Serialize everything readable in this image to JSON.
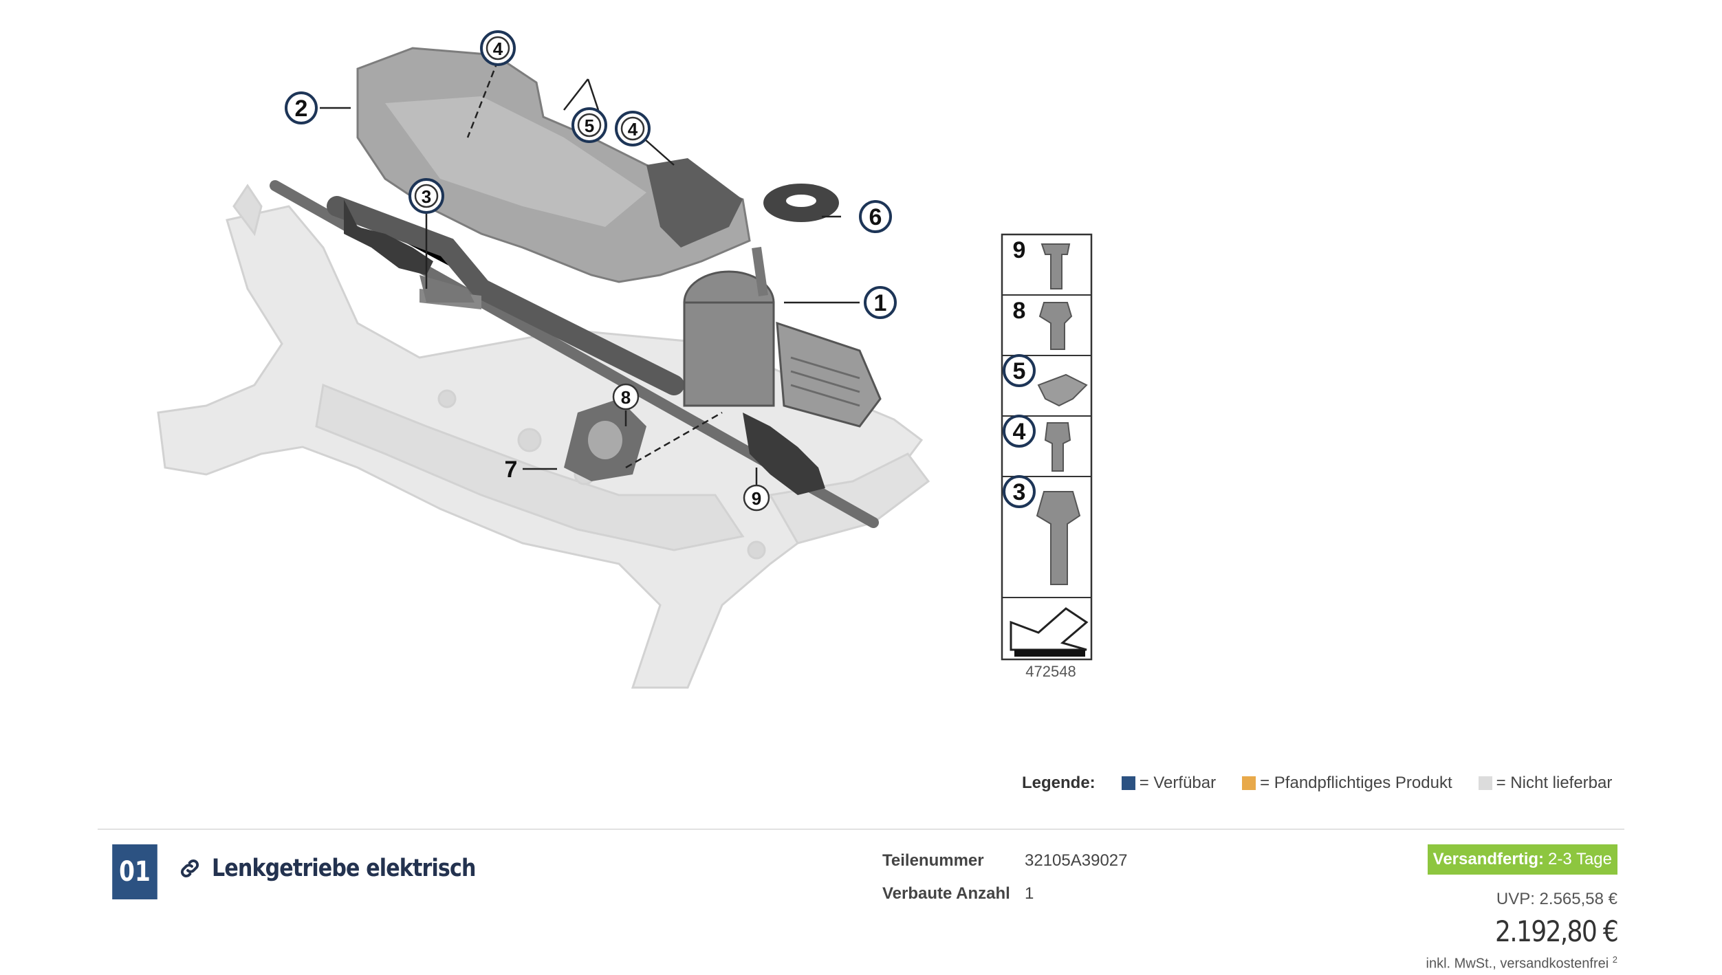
{
  "diagram": {
    "callouts": [
      "1",
      "2",
      "3",
      "3",
      "4",
      "4",
      "4",
      "5",
      "5",
      "6",
      "7",
      "8",
      "8",
      "9",
      "9"
    ],
    "kit_labels": [
      "9",
      "8",
      "5",
      "4",
      "3"
    ],
    "diagram_number": "472548"
  },
  "legend": {
    "title": "Legende:",
    "items": [
      {
        "label": "= Verfübar",
        "color": "#2c5282"
      },
      {
        "label": "= Pfandpflichtiges Produkt",
        "color": "#e8a94a"
      },
      {
        "label": "= Nicht lieferbar",
        "color": "#dcdcdc"
      }
    ]
  },
  "part": {
    "position": "01",
    "icon": "link-icon",
    "title": "Lenkgetriebe elektrisch",
    "part_number_label": "Teilenummer",
    "part_number": "32105A39027",
    "quantity_label": "Verbaute Anzahl",
    "quantity": "1",
    "shipping_label": "Versandfertig:",
    "shipping_value": "2-3 Tage",
    "shipping_color": "#8dc63f",
    "uvp": "UVP: 2.565,58 €",
    "price": "2.192,80 €",
    "tax_note": "inkl. MwSt., versandkostenfrei",
    "tax_note_ref": "2"
  }
}
